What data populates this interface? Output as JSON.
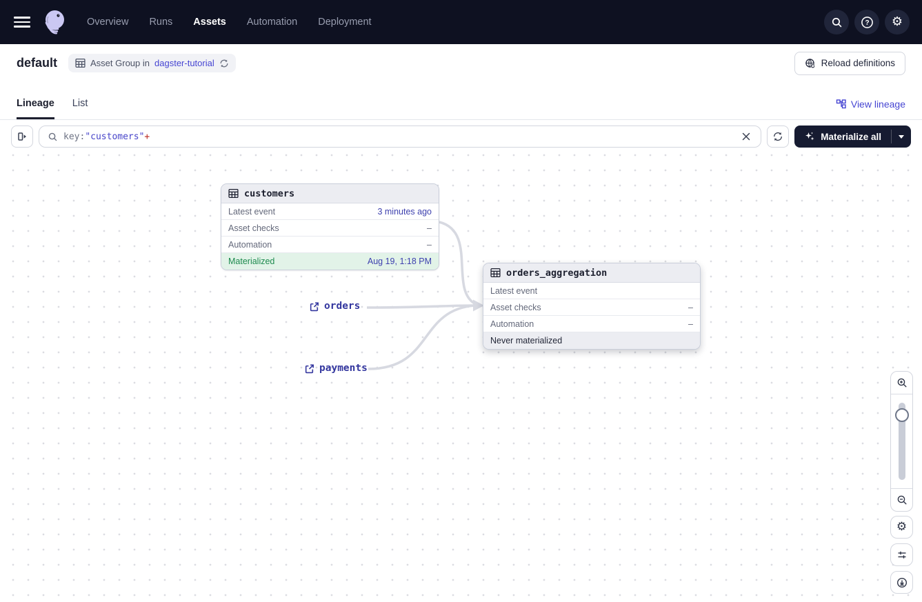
{
  "colors": {
    "accent": "#4645D2",
    "navbar_bg": "#0E1121",
    "green": "#1D8A4E",
    "red": "#BA271F",
    "edge": "#D7D9E1"
  },
  "navbar": {
    "items": [
      {
        "label": "Overview"
      },
      {
        "label": "Runs"
      },
      {
        "label": "Assets"
      },
      {
        "label": "Automation"
      },
      {
        "label": "Deployment"
      }
    ]
  },
  "header": {
    "title": "default",
    "badge": {
      "prefix": "Asset Group in",
      "link": "dagster-tutorial"
    },
    "reload_button": "Reload definitions"
  },
  "tabs": {
    "lineage": "Lineage",
    "list": "List",
    "view_lineage": "View lineage"
  },
  "toolbar": {
    "search": {
      "prefix": "key:",
      "quoted": "\"customers\"",
      "suffix": "+"
    },
    "materialize_button": "Materialize all"
  },
  "graph": {
    "customers": {
      "title": "customers",
      "rows": [
        {
          "label": "Latest event",
          "value": "3 minutes ago"
        },
        {
          "label": "Asset checks",
          "value": "–"
        },
        {
          "label": "Automation",
          "value": "–"
        },
        {
          "label": "Materialized",
          "value": "Aug 19, 1:18 PM"
        }
      ]
    },
    "orders_aggregation": {
      "title": "orders_aggregation",
      "rows": [
        {
          "label": "Latest event",
          "value": ""
        },
        {
          "label": "Asset checks",
          "value": "–"
        },
        {
          "label": "Automation",
          "value": "–"
        }
      ],
      "footer": "Never materialized"
    },
    "external": {
      "orders": "orders",
      "payments": "payments"
    }
  }
}
